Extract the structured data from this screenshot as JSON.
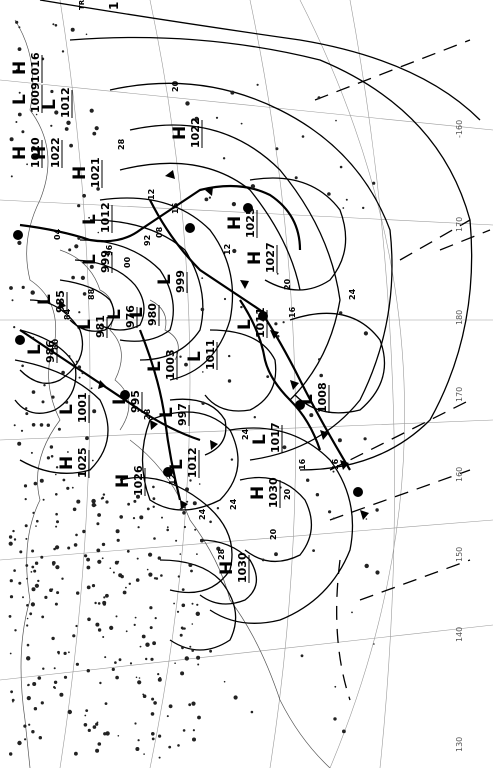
{
  "header_text": "1",
  "corner_text": "TR W",
  "longitude_labels": [
    "-160",
    "170",
    "180",
    "170",
    "160",
    "150",
    "140",
    "130"
  ],
  "isobar_labels": [
    "20",
    "28",
    "12",
    "16",
    "08",
    "04",
    "00",
    "96",
    "88",
    "84",
    "80",
    "92",
    "12",
    "16",
    "24",
    "20",
    "28",
    "24",
    "16",
    "20",
    "24",
    "20",
    "28",
    "24",
    "12",
    "16"
  ],
  "pressure_centers": [
    {
      "type": "H",
      "value": "1016"
    },
    {
      "type": "L",
      "value": "1009"
    },
    {
      "type": "L",
      "value": "1012"
    },
    {
      "type": "H",
      "value": "1020"
    },
    {
      "type": "H",
      "value": "1022"
    },
    {
      "type": "H",
      "value": "1021"
    },
    {
      "type": "L",
      "value": "1012"
    },
    {
      "type": "L",
      "value": "999"
    },
    {
      "type": "L",
      "value": "985"
    },
    {
      "type": "L",
      "value": "981"
    },
    {
      "type": "L",
      "value": "976"
    },
    {
      "type": "L",
      "value": "980"
    },
    {
      "type": "L",
      "value": "986"
    },
    {
      "type": "L",
      "value": "999"
    },
    {
      "type": "H",
      "value": "1022"
    },
    {
      "type": "H",
      "value": "1025"
    },
    {
      "type": "H",
      "value": "1027"
    },
    {
      "type": "L",
      "value": "1011"
    },
    {
      "type": "L",
      "value": "1003"
    },
    {
      "type": "L",
      "value": "1011"
    },
    {
      "type": "L",
      "value": "1001"
    },
    {
      "type": "L",
      "value": "995"
    },
    {
      "type": "L",
      "value": "997"
    },
    {
      "type": "L",
      "value": "1008"
    },
    {
      "type": "H",
      "value": "1025"
    },
    {
      "type": "H",
      "value": "1026"
    },
    {
      "type": "L",
      "value": "1012"
    },
    {
      "type": "L",
      "value": "1017"
    },
    {
      "type": "H",
      "value": "1030"
    },
    {
      "type": "H",
      "value": "1030"
    }
  ]
}
